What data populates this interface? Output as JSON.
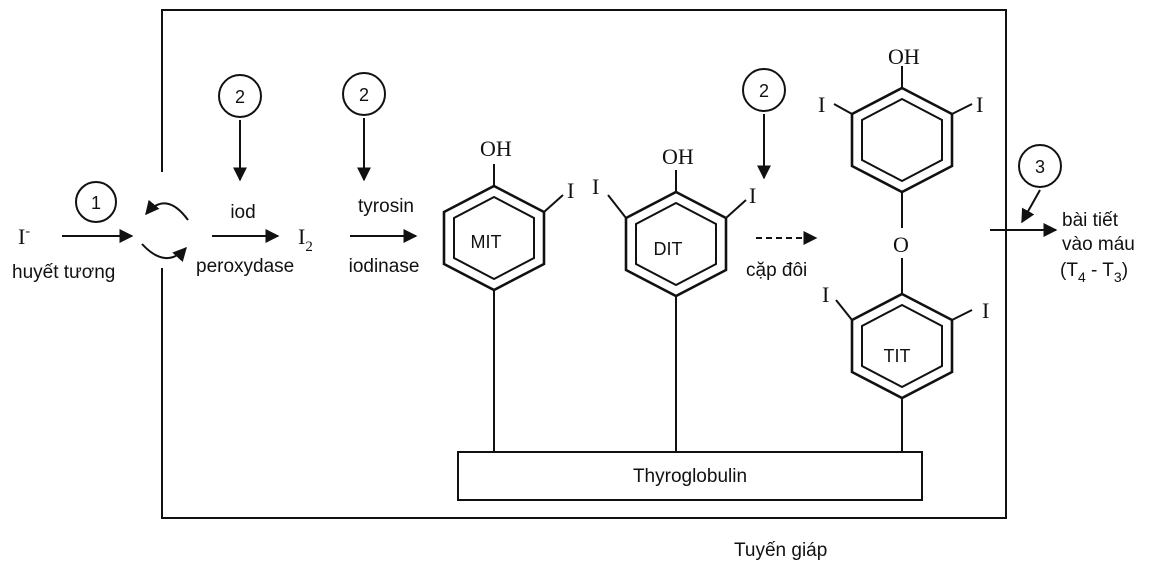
{
  "left": {
    "iodide": "I",
    "iodide_charge": "-",
    "plasma_label": "huyết tương"
  },
  "steps": {
    "step1": "1",
    "step2a": "2",
    "step2b": "2",
    "step2c": "2",
    "step3": "3"
  },
  "reaction1": {
    "above": "iod",
    "below": "peroxydase",
    "product": "I",
    "product_sub": "2"
  },
  "reaction2": {
    "above": "tyrosin",
    "below": "iodinase"
  },
  "molecules": {
    "mit": {
      "label": "MIT",
      "oh": "OH",
      "i_right": "I"
    },
    "dit": {
      "label": "DIT",
      "oh": "OH",
      "i_left": "I",
      "i_right": "I"
    },
    "coupling_label": "cặp đôi",
    "tit": {
      "label": "TIT",
      "oh": "OH",
      "i_top_left": "I",
      "i_top_right": "I",
      "o_bridge": "O",
      "i_bot_left": "I",
      "i_bot_right": "I"
    }
  },
  "secretion": {
    "line1": "bài tiết",
    "line2": "vào máu",
    "line3_open": "(T",
    "t4_sub": "4",
    "line3_mid": " - T",
    "t3_sub": "3",
    "line3_close": ")"
  },
  "thyroglobulin_label": "Thyroglobulin",
  "gland_label": "Tuyến giáp"
}
